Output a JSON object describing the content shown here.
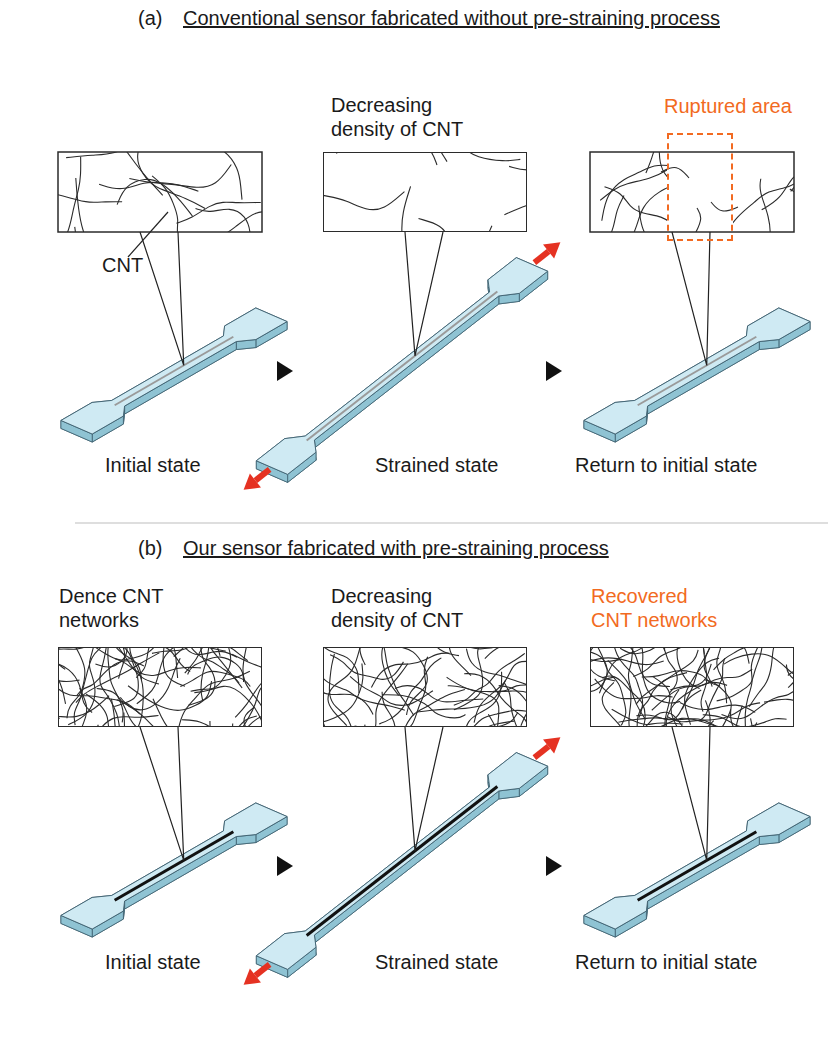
{
  "diagram": {
    "nodes": [
      {
        "text": [
          "Decreasing density of CNT"
        ]
      },
      {
        "text": [
          "Ruptured area"
        ]
      },
      {
        "text": [
          "Dence CNT networks"
        ]
      },
      {
        "text": [
          "Decreasing density of CNT"
        ]
      },
      {
        "text": [
          "Recovered CNT networks"
        ]
      }
    ],
    "labels": [
      "(a)",
      "Conventional sensor fabricated without pre-straining process",
      "CNT",
      "Initial state",
      "Strained state",
      "Return to initial state",
      "(b)",
      "Our sensor fabricated with pre-straining process",
      "Initial state",
      "Strained state",
      "Return to initial state"
    ]
  }
}
